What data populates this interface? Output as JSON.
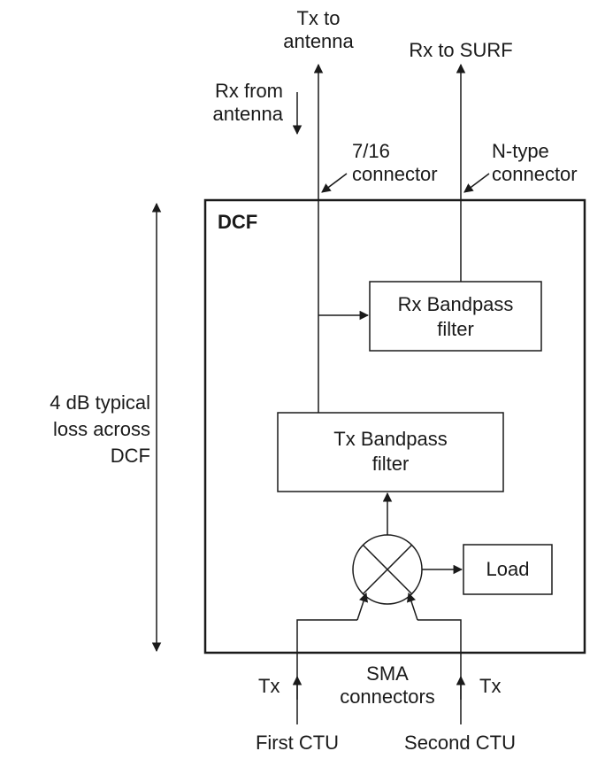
{
  "top": {
    "tx_to_antenna": [
      "Tx to",
      "antenna"
    ],
    "rx_to_surf": "Rx to SURF",
    "rx_from_antenna": [
      "Rx from",
      "antenna"
    ],
    "connector_716": [
      "7/16",
      "connector"
    ],
    "connector_ntype": [
      "N-type",
      "connector"
    ]
  },
  "dcf": {
    "title": "DCF",
    "rx_filter": [
      "Rx Bandpass",
      "filter"
    ],
    "tx_filter": [
      "Tx Bandpass",
      "filter"
    ],
    "load": "Load"
  },
  "side": {
    "loss": [
      "4 dB typical",
      "loss across",
      "DCF"
    ]
  },
  "bottom": {
    "tx_left": "Tx",
    "tx_right": "Tx",
    "sma": [
      "SMA",
      "connectors"
    ],
    "first_ctu": "First CTU",
    "second_ctu": "Second CTU"
  }
}
